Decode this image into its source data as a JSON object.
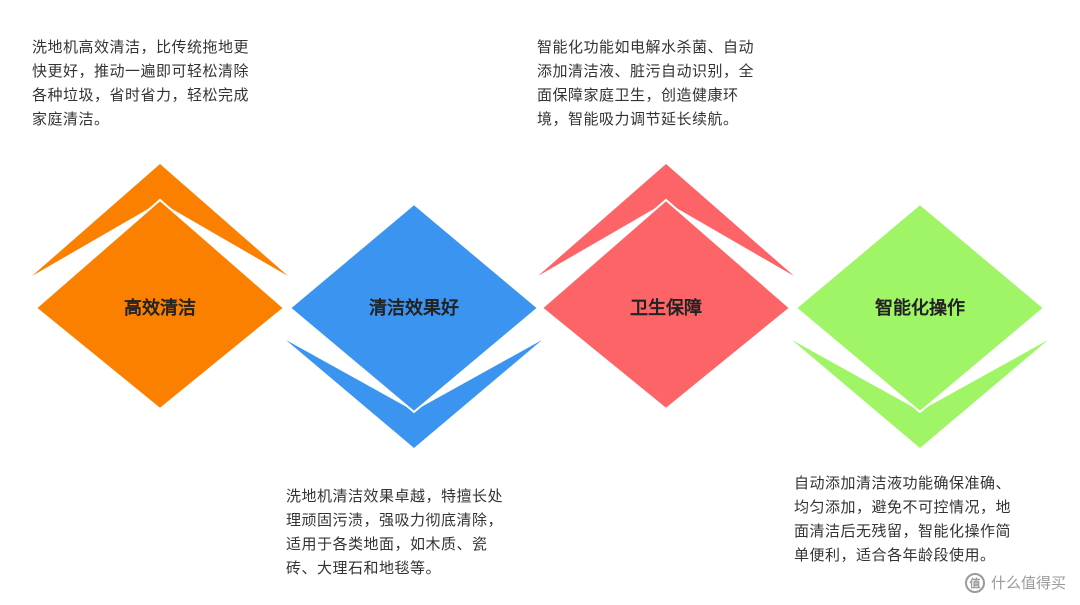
{
  "steps": [
    {
      "label": "高效清洁",
      "color": "#FB8000",
      "description": "洗地机高效清洁，比传统拖地更\n快更好，推动一遍即可轻松清除\n各种垃圾，省时省力，轻松完成\n家庭清洁。"
    },
    {
      "label": "清洁效果好",
      "color": "#3B95F0",
      "description": "洗地机清洁效果卓越，特擅长处\n理顽固污渍，强吸力彻底清除，\n适用于各类地面，如木质、瓷\n砖、大理石和地毯等。"
    },
    {
      "label": "卫生保障",
      "color": "#FC6468",
      "description": "智能化功能如电解水杀菌、自动\n添加清洁液、脏污自动识别，全\n面保障家庭卫生，创造健康环\n境，智能吸力调节延长续航。"
    },
    {
      "label": "智能化操作",
      "color": "#9FF565",
      "description": "自动添加清洁液功能确保准确、\n均匀添加，避免不可控情况，地\n面清洁后无残留，智能化操作简\n单便利，适合各年龄段使用。"
    }
  ],
  "watermark": {
    "text": "什么值得买",
    "logo_char": "值"
  }
}
